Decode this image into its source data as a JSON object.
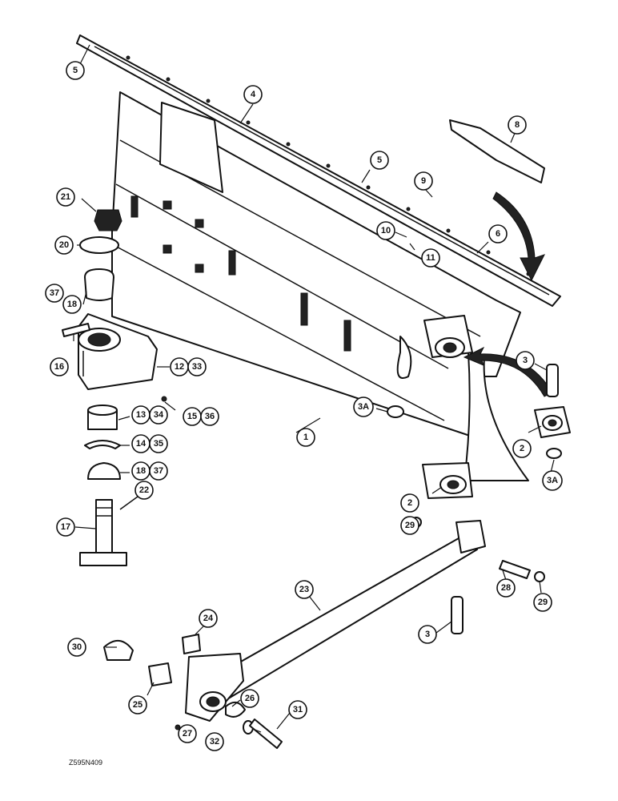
{
  "callouts": {
    "c1": "1",
    "c2a": "2",
    "c2b": "2",
    "c3a": "3",
    "c3b": "3",
    "c3Aa": "3A",
    "c3Ab": "3A",
    "c4": "4",
    "c5a": "5",
    "c5b": "5",
    "c6": "6",
    "c8": "8",
    "c9": "9",
    "c10": "10",
    "c11": "11",
    "c12": "12",
    "c33": "33",
    "c13": "13",
    "c34": "34",
    "c14": "14",
    "c35": "35",
    "c15": "15",
    "c36": "36",
    "c16": "16",
    "c17": "17",
    "c18a": "18",
    "c37a": "37",
    "c18b": "18",
    "c37b": "37",
    "c20": "20",
    "c21": "21",
    "c22": "22",
    "c23": "23",
    "c24": "24",
    "c25": "25",
    "c26": "26",
    "c27": "27",
    "c28": "28",
    "c29a": "29",
    "c29b": "29",
    "c30": "30",
    "c31": "31",
    "c32": "32"
  },
  "ref_code": "Z595N409"
}
